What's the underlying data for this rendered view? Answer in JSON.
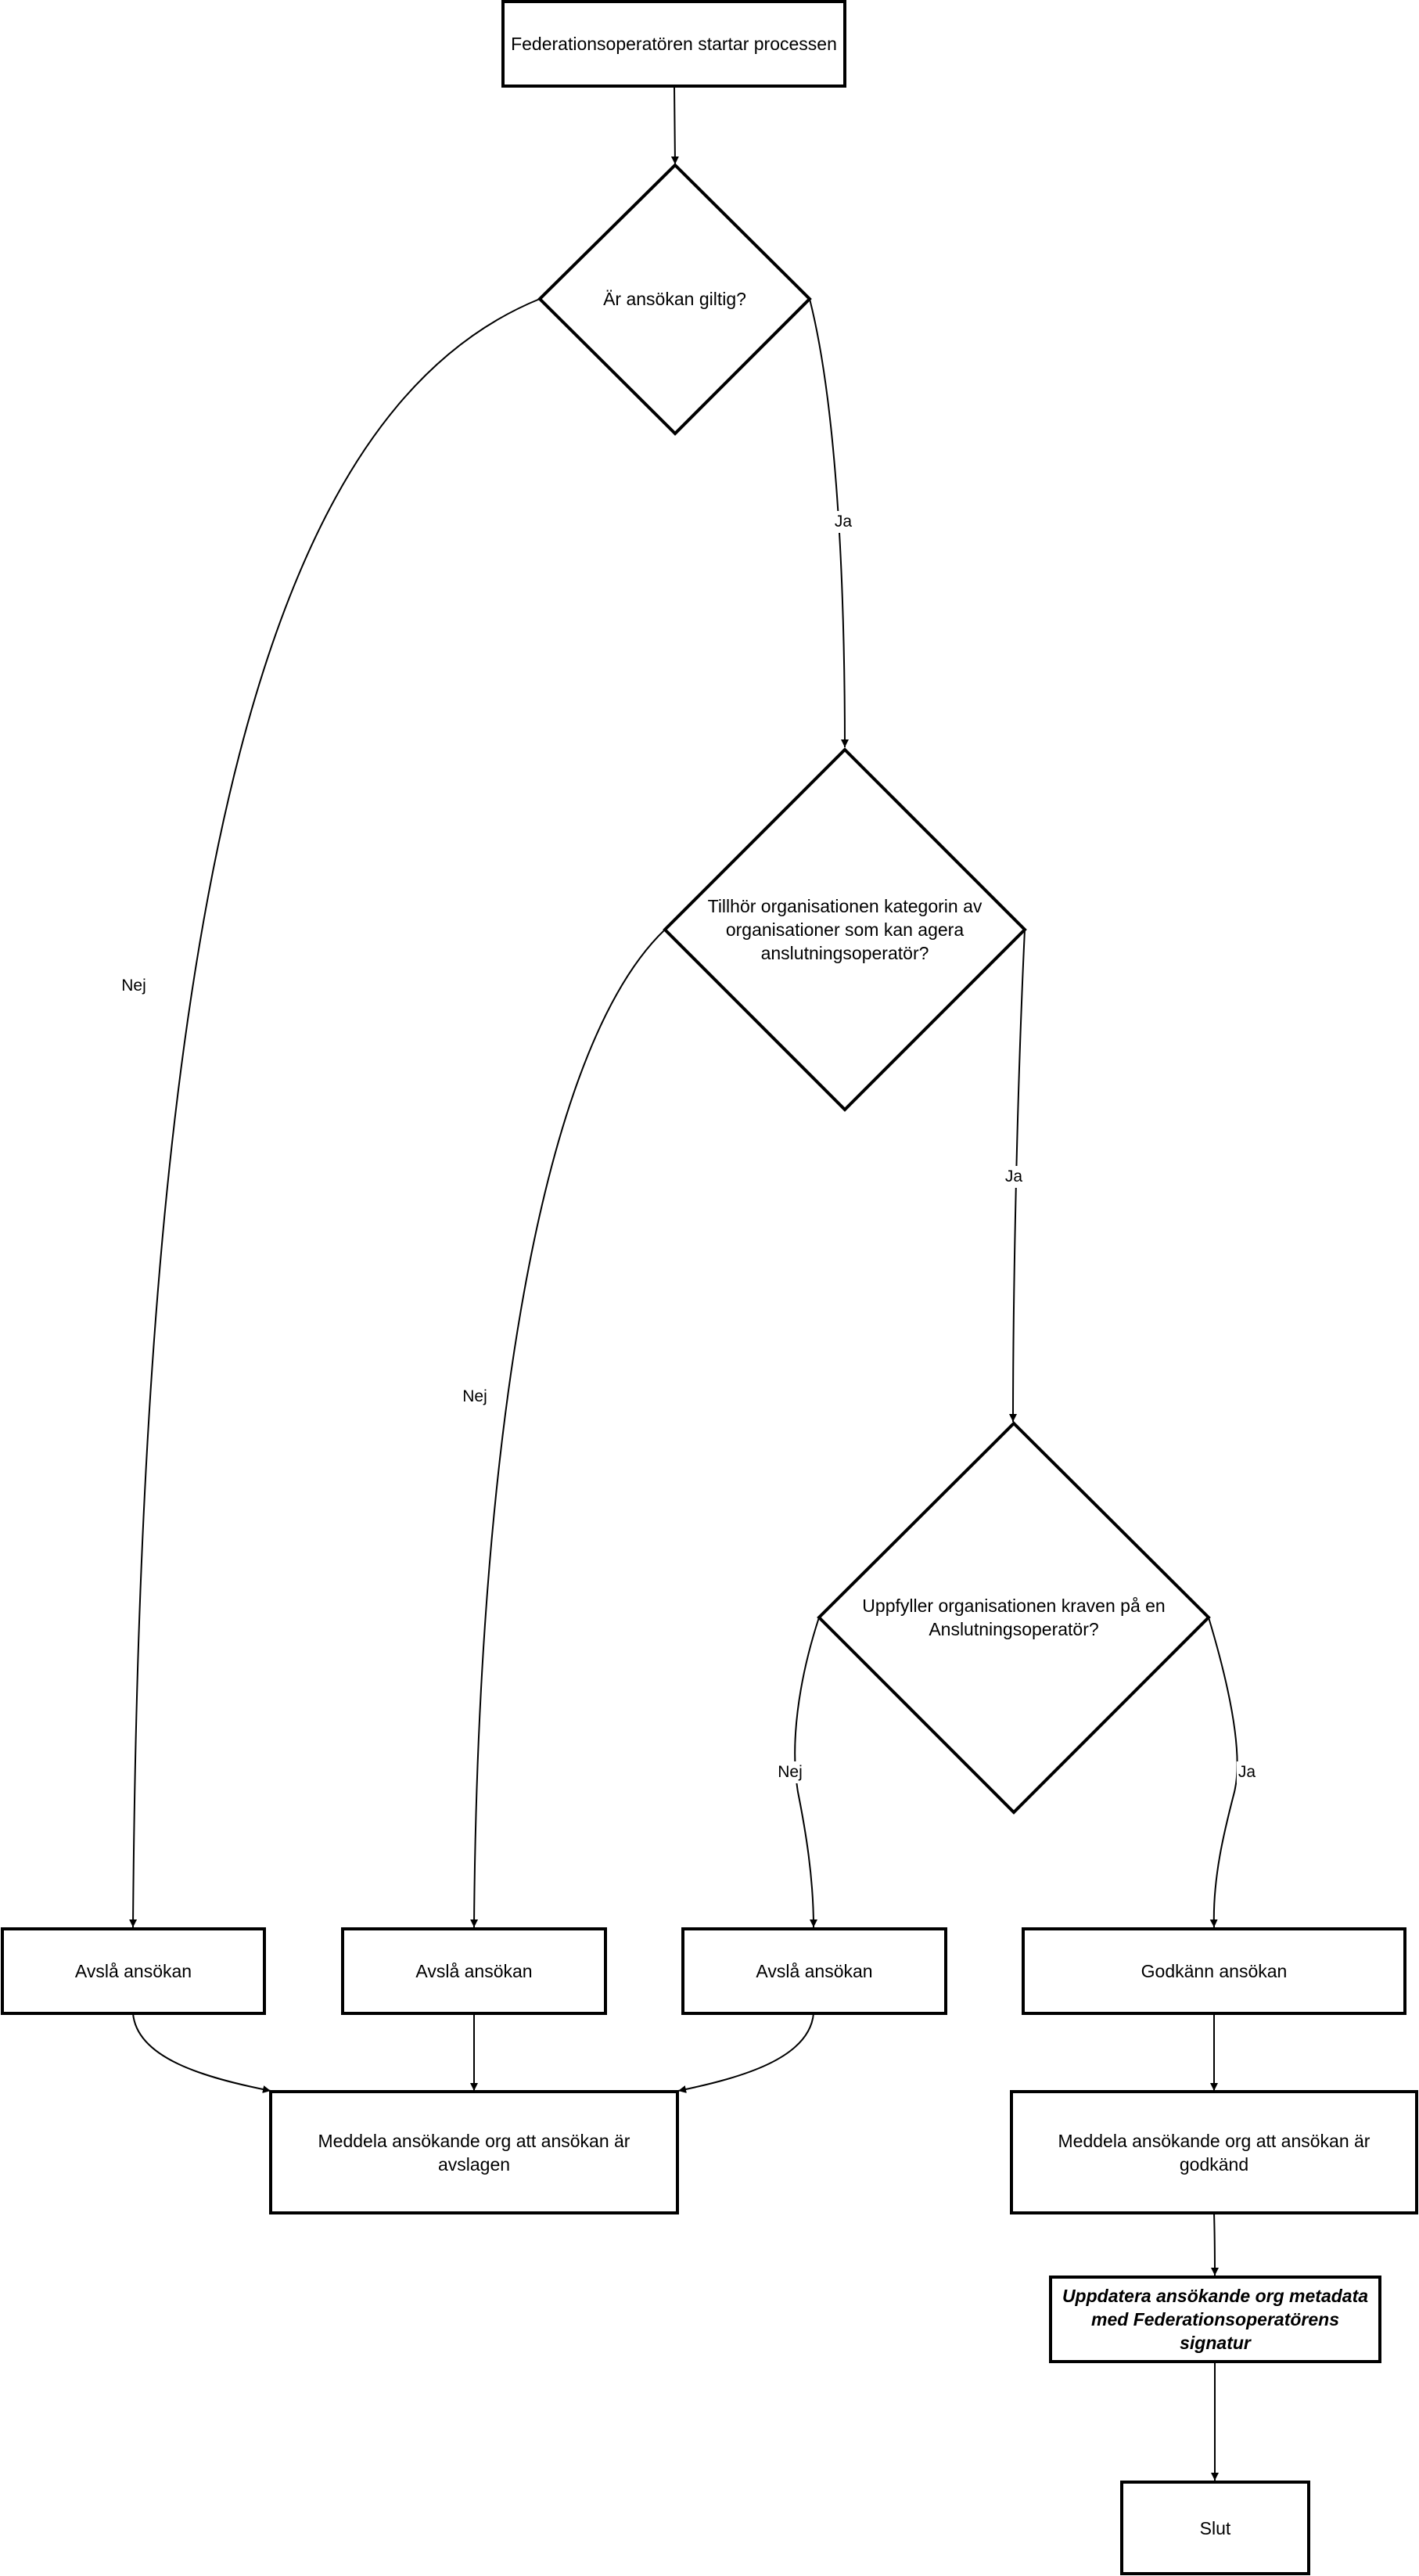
{
  "nodes": {
    "start": "Federationsoperatören startar processen",
    "decision_valid": "Är ansökan giltig?",
    "decision_category": "Tillhör organisationen kategorin av organisationer som kan agera anslutningsoperatör?",
    "decision_requirements": "Uppfyller organisationen kraven på en Anslutningsoperatör?",
    "reject_1": "Avslå ansökan",
    "reject_2": "Avslå ansökan",
    "reject_3": "Avslå ansökan",
    "approve": "Godkänn ansökan",
    "notify_rejected": "Meddela ansökande org att ansökan är avslagen",
    "notify_approved": "Meddela ansökande org att ansökan är godkänd",
    "update_metadata": "Uppdatera ansökande org metadata med Federationsoperatörens signatur",
    "end": "Slut"
  },
  "edge_labels": {
    "valid_yes": "Ja",
    "valid_no": "Nej",
    "category_yes": "Ja",
    "category_no": "Nej",
    "requirements_yes": "Ja",
    "requirements_no": "Nej"
  }
}
